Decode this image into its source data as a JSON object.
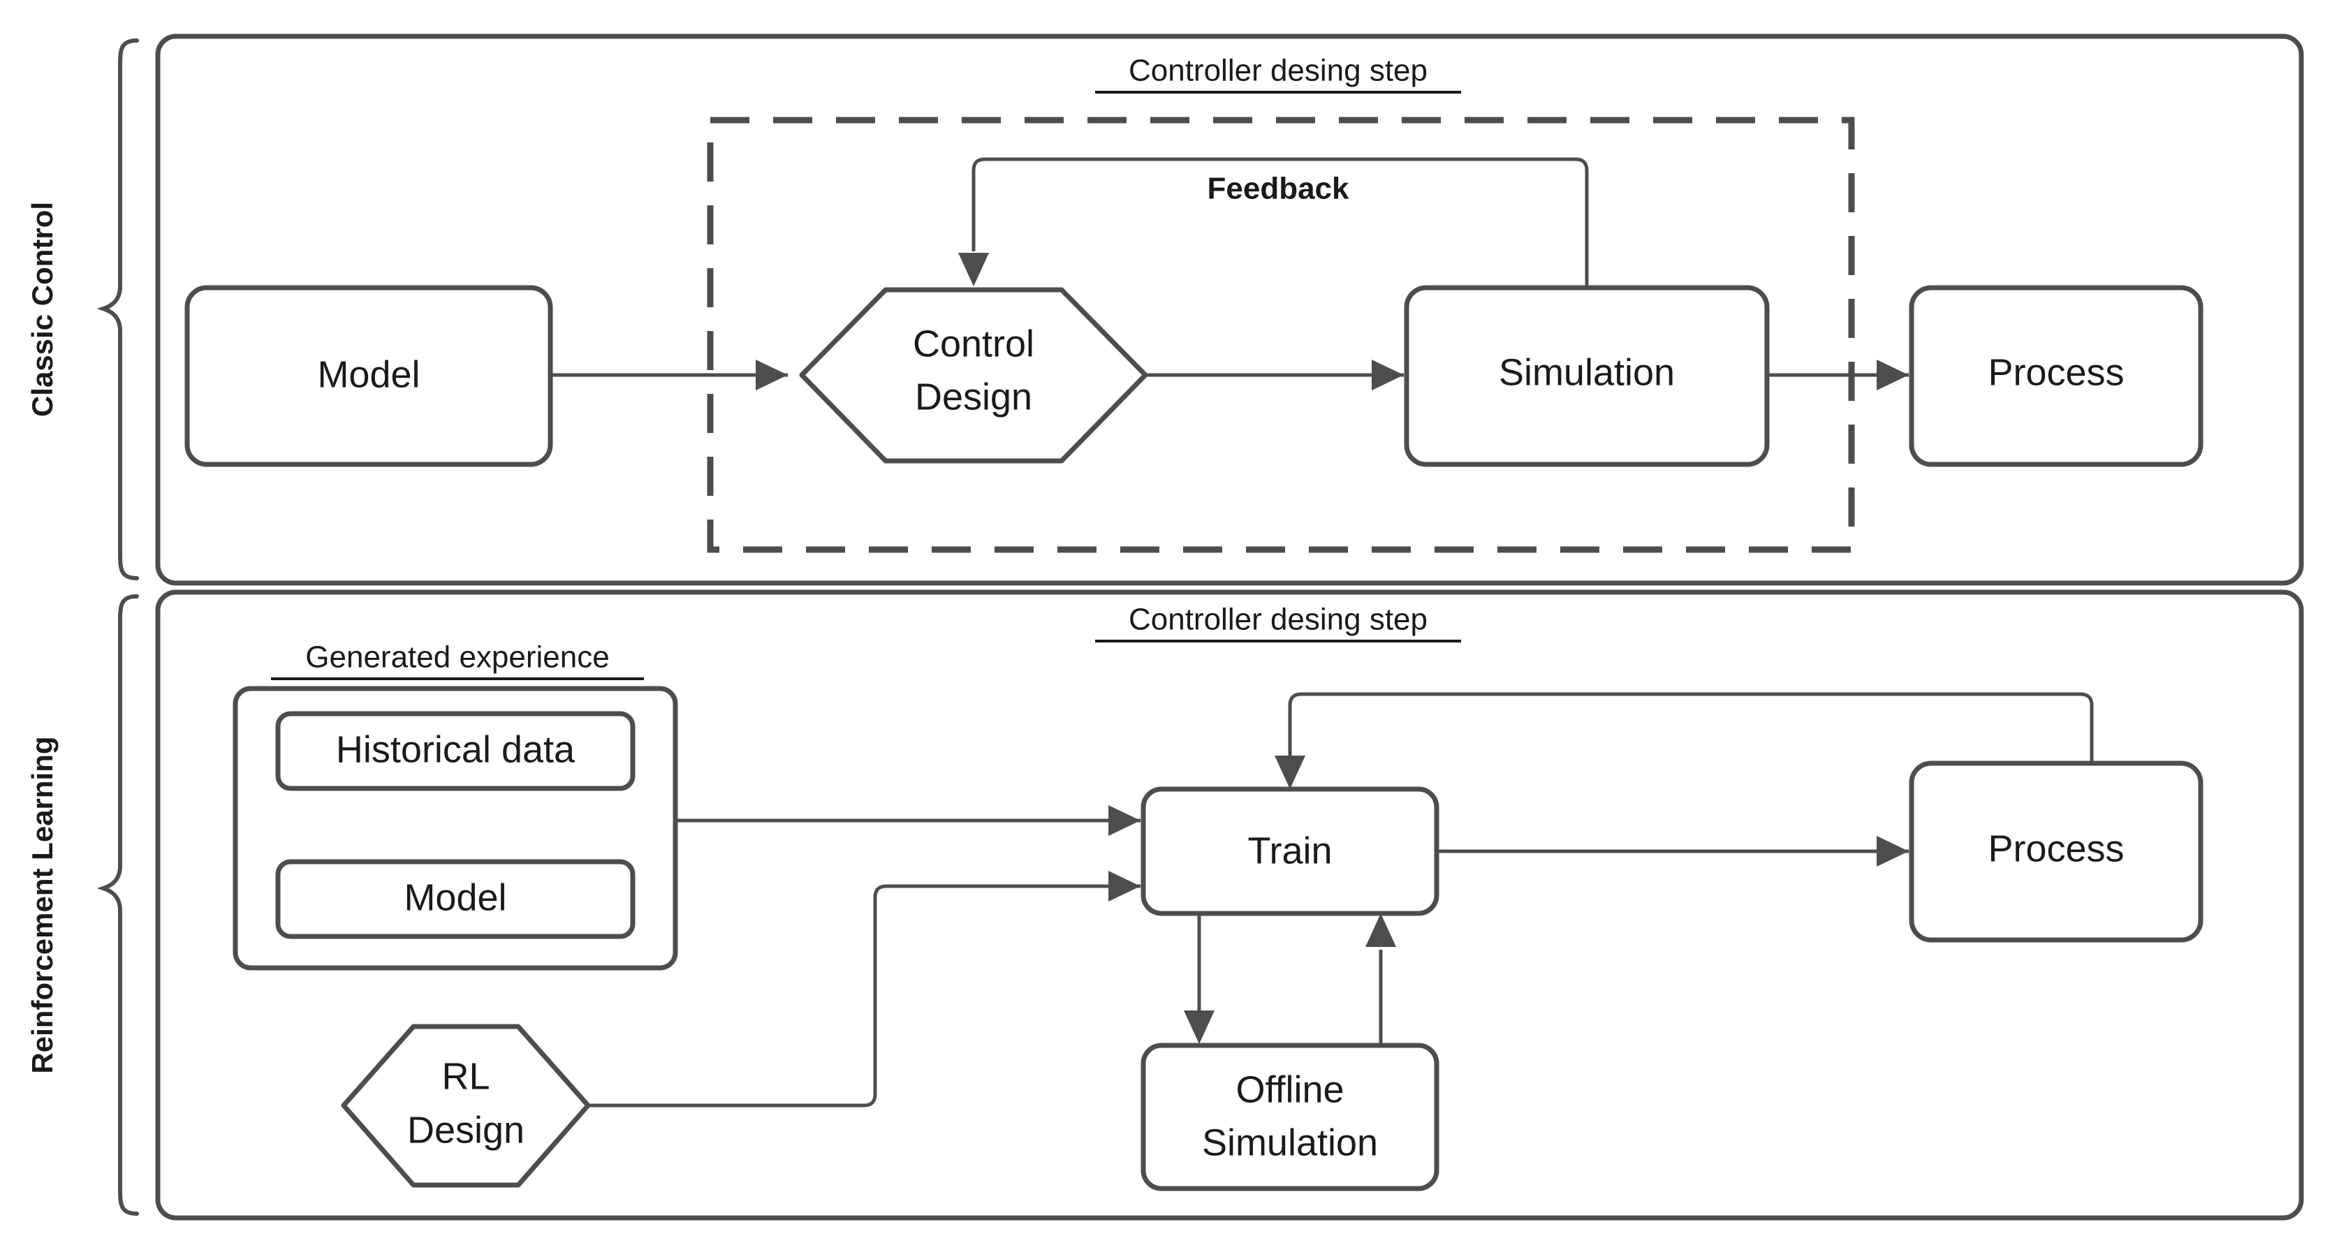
{
  "diagram": {
    "title_typo_note": "Controller desing step",
    "line_color": "#4d4d4d",
    "text_color": "#1a1a1a",
    "background": "#ffffff"
  },
  "rows": [
    {
      "side_label": "Classic Control",
      "group_label": "Controller desing step",
      "feedback_label": "Feedback",
      "nodes": {
        "model": "Model",
        "control_design_line1": "Control",
        "control_design_line2": "Design",
        "simulation": "Simulation",
        "process": "Process"
      }
    },
    {
      "side_label": "Reinforcement Learning",
      "group_label": "Controller desing step",
      "experience_label": "Generated experience",
      "nodes": {
        "historical_data": "Historical data",
        "model": "Model",
        "rl_design_line1": "RL",
        "rl_design_line2": "Design",
        "train": "Train",
        "offline_sim_line1": "Offline",
        "offline_sim_line2": "Simulation",
        "process": "Process"
      }
    }
  ]
}
